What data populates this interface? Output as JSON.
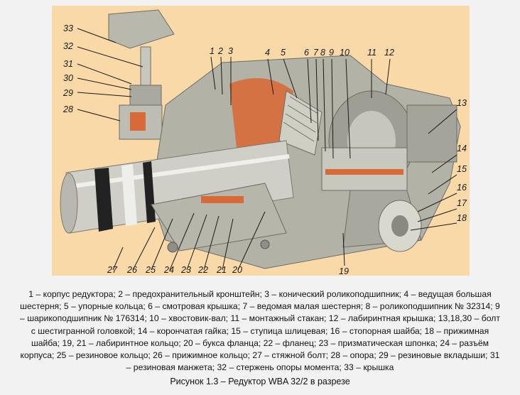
{
  "figure": {
    "labels": [
      "1",
      "2",
      "3",
      "4",
      "5",
      "6",
      "7",
      "8",
      "9",
      "10",
      "11",
      "12",
      "13",
      "14",
      "15",
      "16",
      "17",
      "18",
      "19",
      "20",
      "21",
      "22",
      "23",
      "24",
      "25",
      "26",
      "27",
      "28",
      "29",
      "30",
      "31",
      "32",
      "33"
    ]
  },
  "legend": {
    "lines": [
      "1 – корпус редуктора; 2 – предохранительный кронштейн; 3 – конический роликоподшипник; 4 – ведущая большая",
      "шестерня; 5 – упорные кольца; 6 – смотровая крышка; 7 – ведомая малая шестерня; 8 – роликоподшипник № 32314; 9",
      "– шарикоподшипник № 176314; 10 – хвостовик-вал; 11 – монтажный стакан; 12 – лабиринтная крышка; 13,18,30 – болт",
      "с шестигранной головкой; 14 – корончатая гайка; 15 – ступица шлицевая; 16 – стопорная шайба; 18 – прижимная",
      "шайба; 19, 21 – лабиринтное кольцо; 20 – букса фланца; 22 – фланец; 23 – призматическая шпонка; 24 – разъём",
      "корпуса; 25 – резиновое кольцо; 26 – прижимное кольцо; 27 – стяжной болт; 28 – опора; 29 – резиновые вкладыши; 31",
      "– резиновая манжета; 32 – стержень опоры момента; 33 – крышка"
    ]
  },
  "caption": "Рисунок 1.3 – Редуктор WBA 32/2 в разрезе"
}
